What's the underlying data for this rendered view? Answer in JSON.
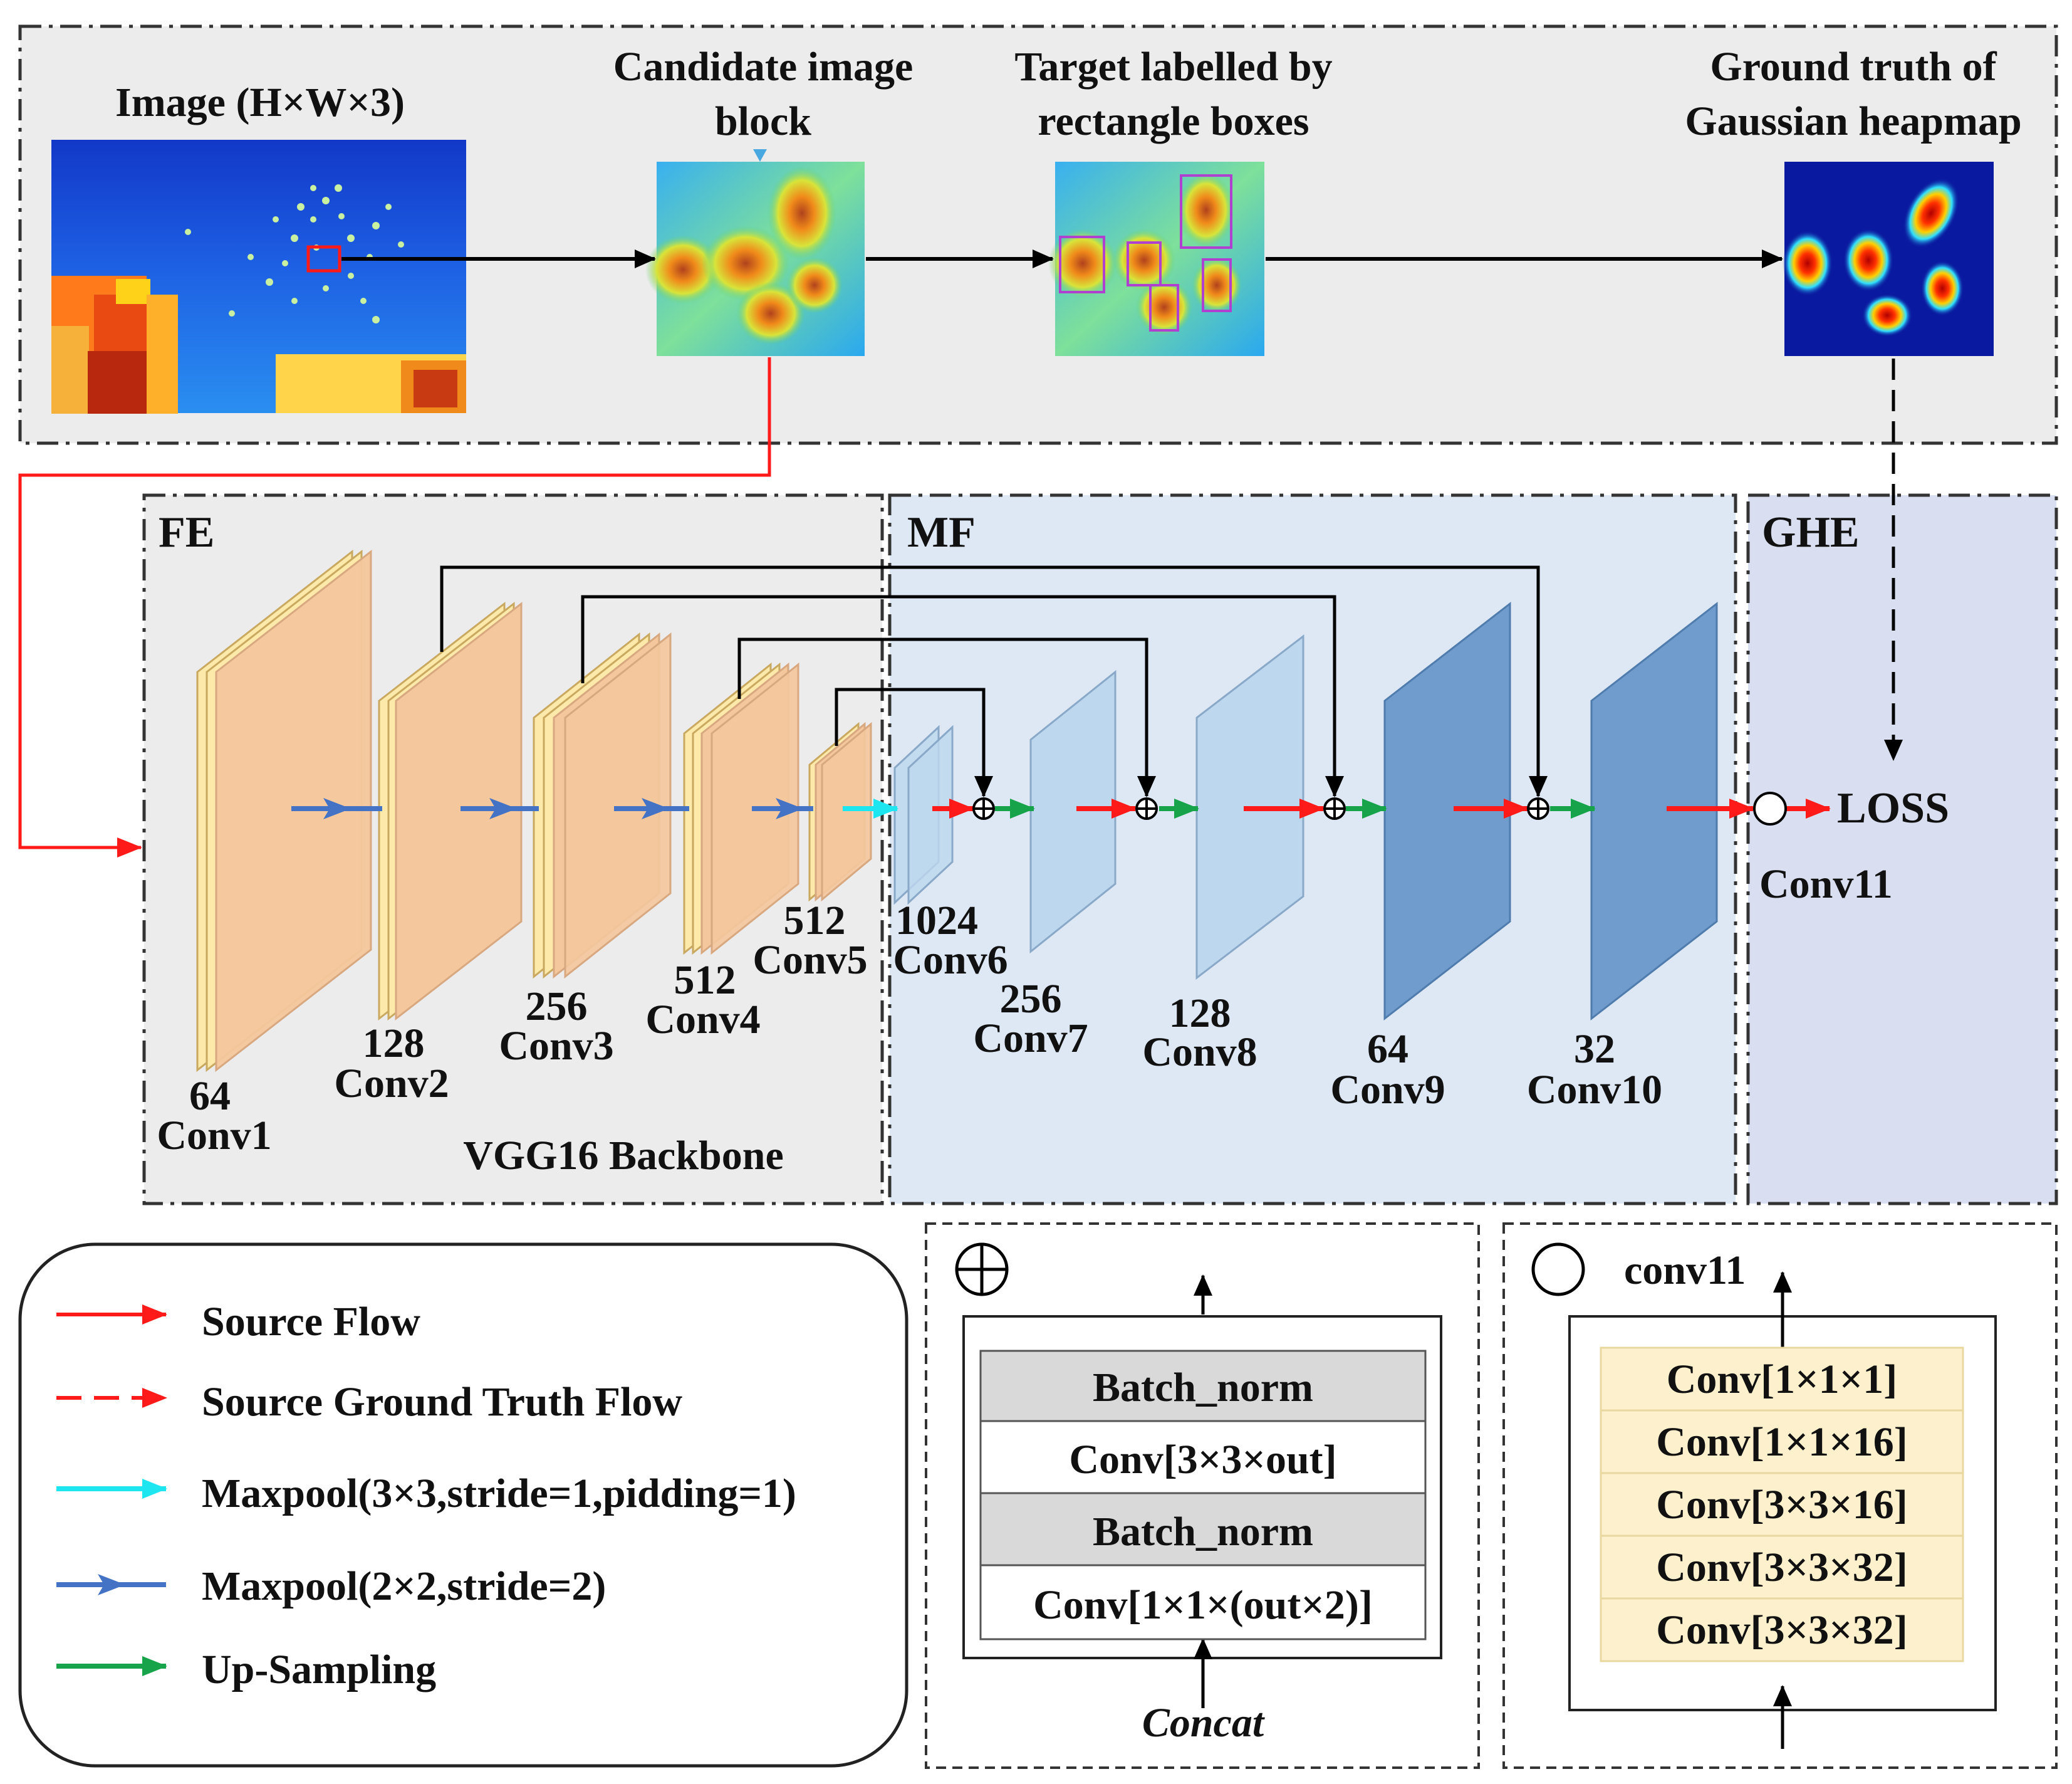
{
  "pipeline": {
    "image_label": "Image (H×W×3)",
    "candidate_line1": "Candidate image",
    "candidate_line2": "block",
    "target_line1": "Target labelled by",
    "target_line2": "rectangle boxes",
    "gt_line1": "Ground truth of",
    "gt_line2": "Gaussian heapmap"
  },
  "sections": {
    "fe": "FE",
    "mf": "MF",
    "ghe": "GHE",
    "backbone": "VGG16 Backbone"
  },
  "layers": {
    "conv1": {
      "channels": "64",
      "name": "Conv1"
    },
    "conv2": {
      "channels": "128",
      "name": "Conv2"
    },
    "conv3": {
      "channels": "256",
      "name": "Conv3"
    },
    "conv4": {
      "channels": "512",
      "name": "Conv4"
    },
    "conv5": {
      "channels": "512",
      "name": "Conv5"
    },
    "conv6": {
      "channels": "1024",
      "name": "Conv6"
    },
    "conv7": {
      "channels": "256",
      "name": "Conv7"
    },
    "conv8": {
      "channels": "128",
      "name": "Conv8"
    },
    "conv9": {
      "channels": "64",
      "name": "Conv9"
    },
    "conv10": {
      "channels": "32",
      "name": "Conv10"
    },
    "conv11": {
      "name": "Conv11"
    }
  },
  "loss_label": "LOSS",
  "legend": {
    "items": [
      {
        "label": "Source Flow",
        "color": "#ff1a1a",
        "style": "solid"
      },
      {
        "label": "Source Ground Truth Flow",
        "color": "#ff1a1a",
        "style": "dashed"
      },
      {
        "label": "Maxpool(3×3,stride=1,pidding=1)",
        "color": "#1ee6f0",
        "style": "solid"
      },
      {
        "label": "Maxpool(2×2,stride=2)",
        "color": "#4472c4",
        "style": "solid"
      },
      {
        "label": "Up-Sampling",
        "color": "#16a34a",
        "style": "solid"
      }
    ]
  },
  "concat_block": {
    "symbol": "⊕",
    "rows": [
      "Batch_norm",
      "Conv[3×3×out]",
      "Batch_norm",
      "Conv[1×1×(out×2)]"
    ],
    "input_label": "Concat"
  },
  "conv11_block": {
    "title": "conv11",
    "rows": [
      "Conv[1×1×1]",
      "Conv[1×1×16]",
      "Conv[3×3×16]",
      "Conv[3×3×32]",
      "Conv[3×3×32]"
    ]
  },
  "colors": {
    "fe_panel": "#ececec",
    "mf_panel": "#dde8f4",
    "ghe_panel": "#d9dff0",
    "fe_layer": "#f4c79c",
    "fe_layer_edge": "#fde9a9",
    "mf_light": "#bdd7ee",
    "mf_dark": "#6f9ccc",
    "source_flow": "#ff1a1a",
    "maxpool_3x3": "#1ee6f0",
    "maxpool_2x2": "#4472c4",
    "upsampling": "#16a34a",
    "batch_norm_row": "#d9d9d9",
    "conv11_row": "#fdf1cd"
  }
}
